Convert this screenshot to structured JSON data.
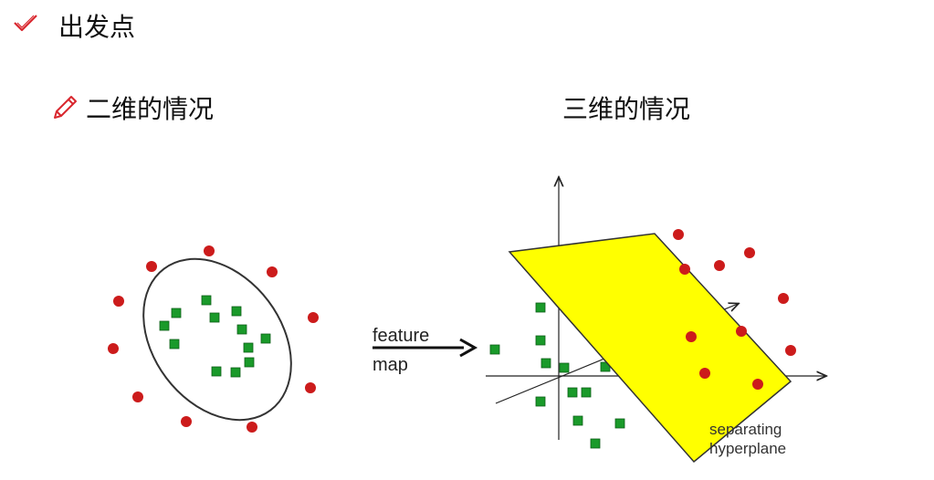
{
  "heading": "出发点",
  "subtitle_2d": "二维的情况",
  "subtitle_3d": "三维的情况",
  "arrow_label_line1": "feature",
  "arrow_label_line2": "map",
  "plane_label_line1": "separating",
  "plane_label_line2": "hyperplane",
  "icons": [
    "check-icon",
    "pencil-icon"
  ],
  "colors": {
    "red_point": "#cc1b1b",
    "green_point": "#1a9a2a",
    "plane_fill": "#ffff00",
    "icon_red": "#d9272e"
  }
}
